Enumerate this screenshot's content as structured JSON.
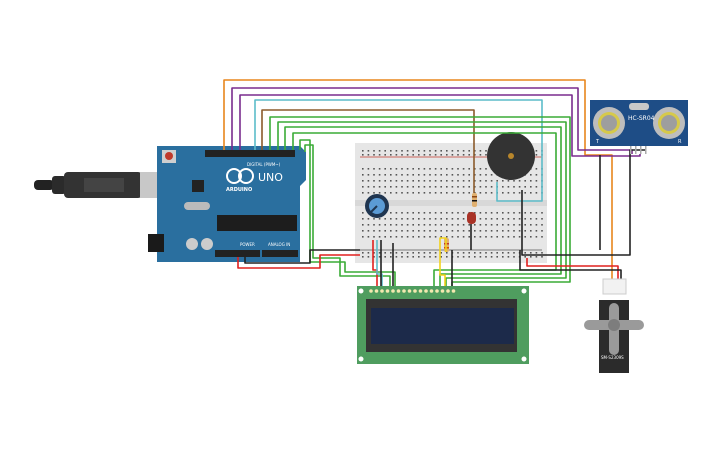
{
  "arduino": {
    "model": "UNO",
    "brand": "ARDUINO",
    "digital_label": "DIGITAL (PWM~)",
    "power_label": "POWER",
    "analog_label": "ANALOG IN",
    "color": "#2a6f9f"
  },
  "sensor": {
    "model": "HC-SR04",
    "left_mark": "T",
    "right_mark": "R",
    "color": "#1e4d86"
  },
  "servo": {
    "model": "SM-S2309S"
  },
  "lcd": {
    "board_color": "#4f9d5f",
    "screen_color": "#1c2a4a"
  },
  "wire_colors": {
    "orange": "#e8861d",
    "purple": "#7a2c8e",
    "teal": "#5cbcc9",
    "brown": "#8b5a2b",
    "green": "#3aab36",
    "red": "#e0201f",
    "black": "#222222",
    "yellow": "#f2d21b"
  }
}
